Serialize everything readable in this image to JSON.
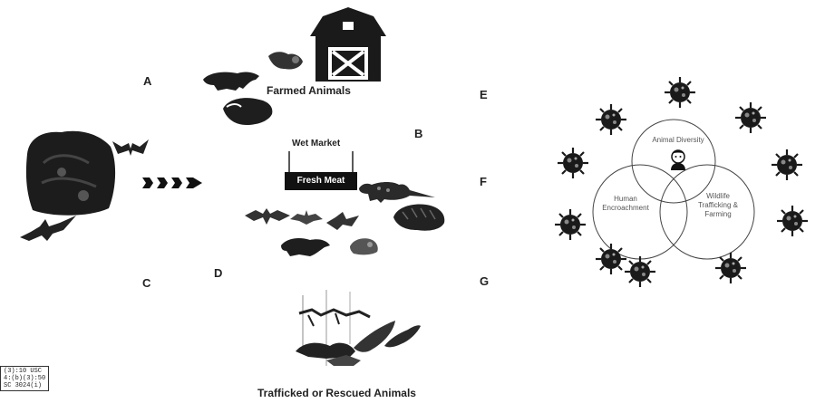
{
  "labels": {
    "a": "A",
    "b": "B",
    "c": "C",
    "d": "D",
    "e": "E",
    "f": "F",
    "g": "G"
  },
  "captions": {
    "farmed": "Farmed Animals",
    "trafficked": "Trafficked or Rescued Animals"
  },
  "market": {
    "title": "Wet Market",
    "sign": "Fresh Meat"
  },
  "venn": {
    "top": "Animal Diversity",
    "left_line1": "Human",
    "left_line2": "Encroachment",
    "right_line1": "Wildlife",
    "right_line2": "Trafficking &",
    "right_line3": "Farming"
  },
  "stamp": {
    "line1": "(3):10 USC",
    "line2": "4:(b)(3):50",
    "line3": "SC 3024(i)"
  },
  "icons": {
    "barn": "barn-icon",
    "arrows": "chevron-arrows-icon",
    "virus": "virus-icon",
    "person": "person-icon"
  }
}
